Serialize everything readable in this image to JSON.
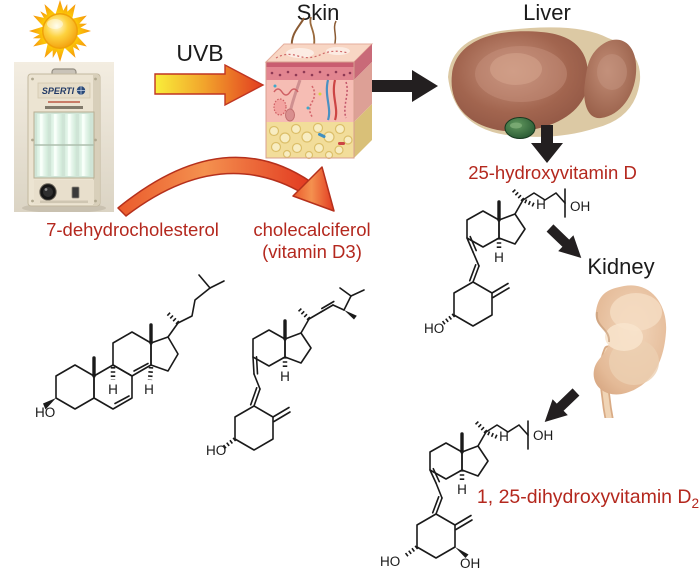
{
  "diagram": {
    "organ_labels": {
      "skin": "Skin",
      "liver": "Liver",
      "kidney": "Kidney"
    },
    "uvb_label": "UVB",
    "compound_labels": {
      "dehydrocholesterol": "7-dehydrocholesterol",
      "cholecalciferol": "cholecalciferol",
      "cholecalciferol_alt_name": "(vitamin D3)",
      "hydroxyvitamin_d": "25-hydroxyvitamin D",
      "dihydroxyvitamin_d": "1, 25-dihydroxyvitamin D",
      "dihydroxyvitamin_d_subscript": "2"
    },
    "atom_labels": {
      "hydroxyl_left": "HO",
      "hydroxyl_right": "OH",
      "hydrogen": "H"
    },
    "lamp_brand": "SPERTI",
    "colors": {
      "compound_label_red": "#b4281e",
      "organ_label_black": "#1c1c1c",
      "arrow_black": "#231f20",
      "uvb_arrow_yellow": "#f9ee3a",
      "uvb_arrow_red": "#e23c20",
      "curved_arrow_orange": "#ef7038"
    }
  }
}
